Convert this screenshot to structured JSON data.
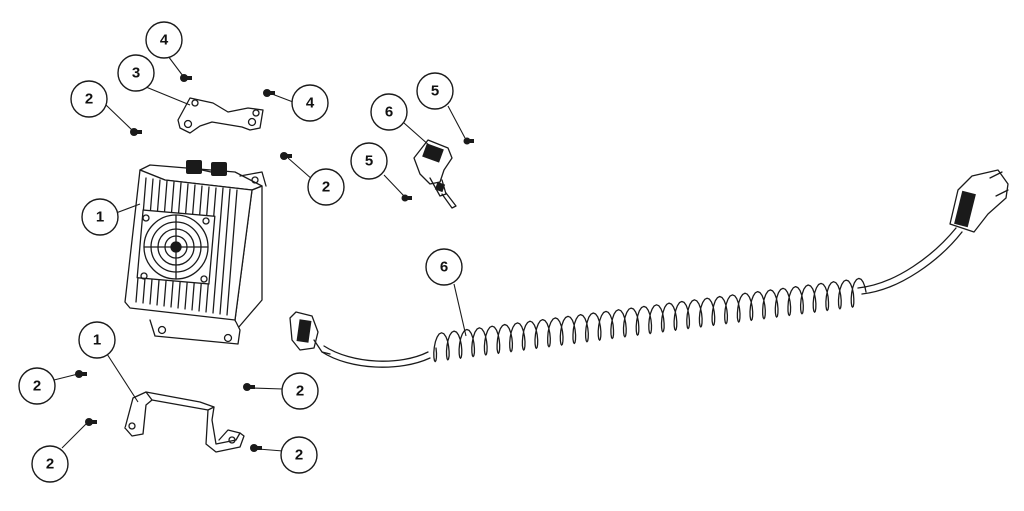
{
  "callout_labels": {
    "charger": "1",
    "screw": "2",
    "mount_plate": "3",
    "plate_screw": "4",
    "socket_screw": "5",
    "cable": "6"
  },
  "colors": {
    "ink": "#1a1a1a",
    "background": "#ffffff"
  }
}
